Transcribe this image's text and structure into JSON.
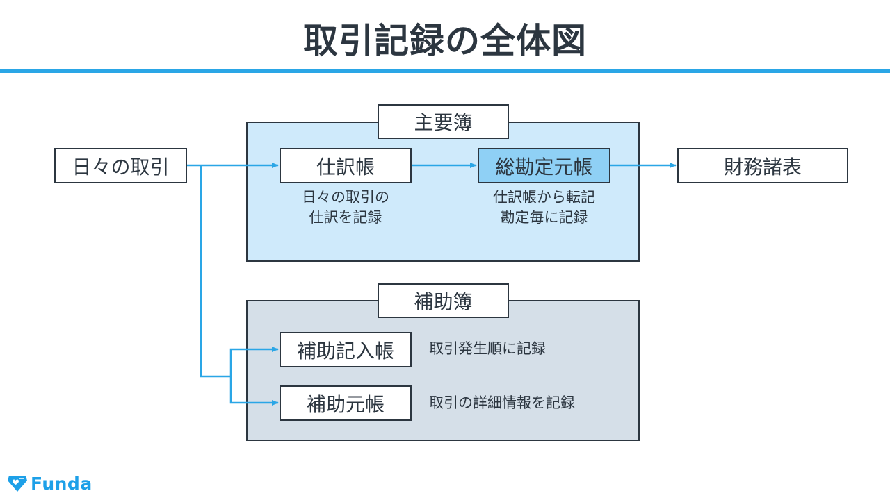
{
  "title": "取引記録の全体図",
  "colors": {
    "accent": "#2aa6e6",
    "main_ledger_bg": "#cfeafb",
    "sub_ledger_bg": "#d5dfe8",
    "highlight_box": "#8fd0f5",
    "border": "#2c3640"
  },
  "nodes": {
    "daily": "日々の取引",
    "journal": "仕訳帳",
    "general_ledger": "総勘定元帳",
    "financial_statements": "財務諸表",
    "aux_journal": "補助記入帳",
    "aux_ledger": "補助元帳"
  },
  "groups": {
    "main": "主要簿",
    "sub": "補助簿"
  },
  "notes": {
    "journal": [
      "日々の取引の",
      "仕訳を記録"
    ],
    "general_ledger": [
      "仕訳帳から転記",
      "勘定毎に記録"
    ],
    "aux_journal": "取引発生順に記録",
    "aux_ledger": "取引の詳細情報を記録"
  },
  "logo": {
    "icon": "diamond-heart-icon",
    "text": "Funda"
  }
}
